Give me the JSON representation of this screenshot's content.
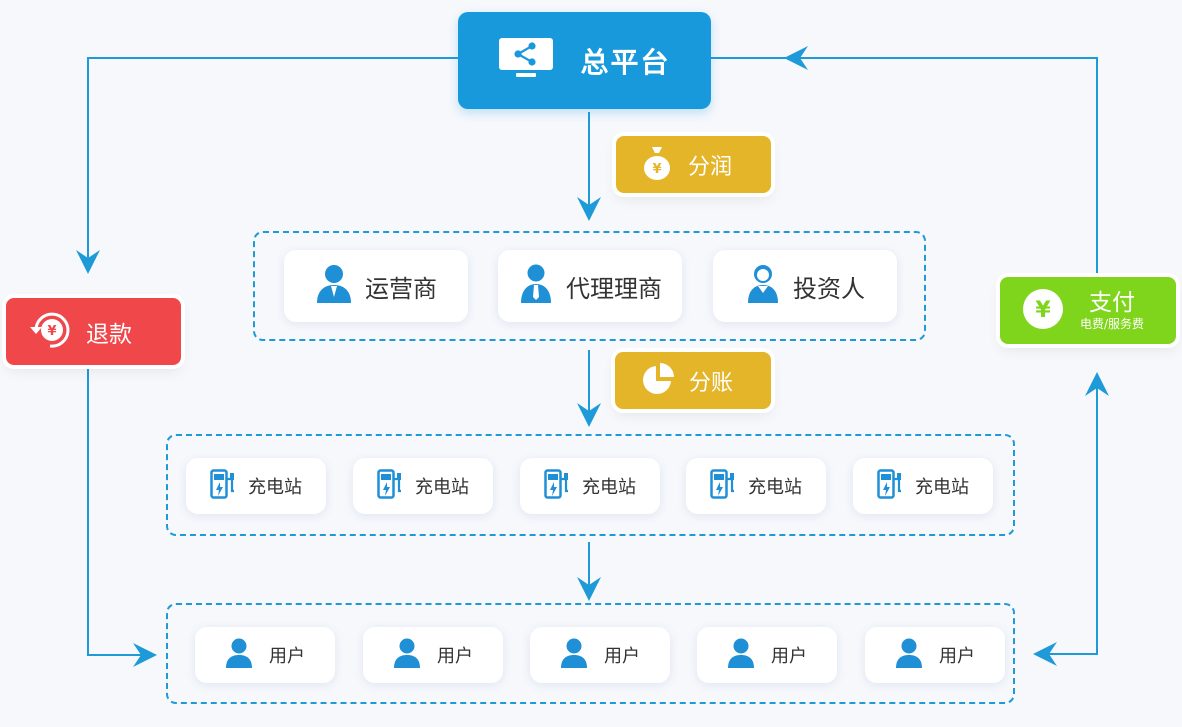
{
  "platform": {
    "label": "总平台",
    "icon": "share-monitor-icon"
  },
  "profit_share": {
    "label": "分润",
    "icon": "money-bag-icon"
  },
  "settlement": {
    "label": "分账",
    "icon": "pie-chart-icon"
  },
  "refund": {
    "label": "退款",
    "icon": "refund-yuan-icon"
  },
  "payment": {
    "label": "支付",
    "sublabel": "电费/服务费",
    "icon": "yuan-circle-icon"
  },
  "partners": [
    {
      "label": "运营商",
      "icon": "operator-person-icon"
    },
    {
      "label": "代理理商",
      "icon": "agent-person-icon"
    },
    {
      "label": "投资人",
      "icon": "investor-person-icon"
    }
  ],
  "stations": [
    {
      "label": "充电站"
    },
    {
      "label": "充电站"
    },
    {
      "label": "充电站"
    },
    {
      "label": "充电站"
    },
    {
      "label": "充电站"
    }
  ],
  "users": [
    {
      "label": "用户"
    },
    {
      "label": "用户"
    },
    {
      "label": "用户"
    },
    {
      "label": "用户"
    },
    {
      "label": "用户"
    }
  ],
  "colors": {
    "platform_blue": "#1899dc",
    "line_blue": "#1f9ad8",
    "gold": "#e5b529",
    "refund_red": "#f0474a",
    "pay_green": "#7ed51b"
  }
}
